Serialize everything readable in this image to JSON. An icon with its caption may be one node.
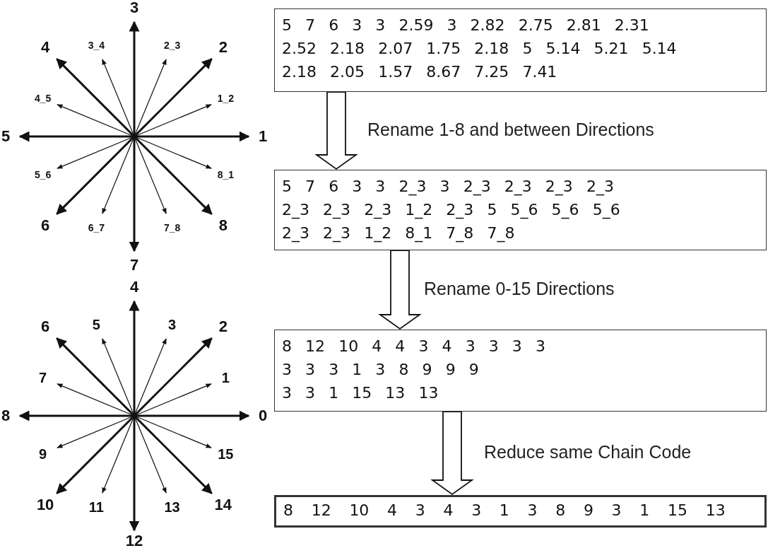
{
  "diagram": {
    "nodes": [
      {
        "text": [
          "5 7 6 3 3 2.59 3 2.82 2.75 2.81 2.31 2.52 2.18 2.07 1.75 2.18 5 5.14 5.21 5.14 2.18 2.05 1.57 8.67 7.25 7.41"
        ]
      },
      {
        "text": [
          "5 7 6 3 3 2_3 3 2_3 2_3 2_3 2_3 2_3 2_3 2_3 1_2 2_3 5 5_6 5_6 5_6 2_3 2_3 1_2 8_1 7_8 7_8"
        ]
      },
      {
        "text": [
          "8 12 10 4 4 3 4 3 3 3 3 3 3 3 1 3 8 9 9 9 3 3 1 15 13 13"
        ]
      },
      {
        "text": [
          "8 12 10 4 3 4 3 1 3 8 9 3 1 15 13"
        ]
      }
    ],
    "edges": [
      {
        "from": 0,
        "to": 1,
        "arrow": "to",
        "label": "Rename 1-8 and between Directions"
      },
      {
        "from": 1,
        "to": 2,
        "arrow": "to",
        "label": "Rename 0-15 Directions"
      },
      {
        "from": 2,
        "to": 3,
        "arrow": "to",
        "label": "Reduce same Chain Code"
      }
    ],
    "labels": [
      "3",
      "4",
      "3_4",
      "2_3",
      "2",
      "4_5",
      "1_2",
      "5",
      "1",
      "5_6",
      "8_1",
      "6",
      "6_7",
      "7_8",
      "8",
      "7",
      "4",
      "6",
      "5",
      "3",
      "2",
      "7",
      "1",
      "8",
      "0",
      "9",
      "15",
      "10",
      "11",
      "13",
      "14",
      "12"
    ]
  }
}
